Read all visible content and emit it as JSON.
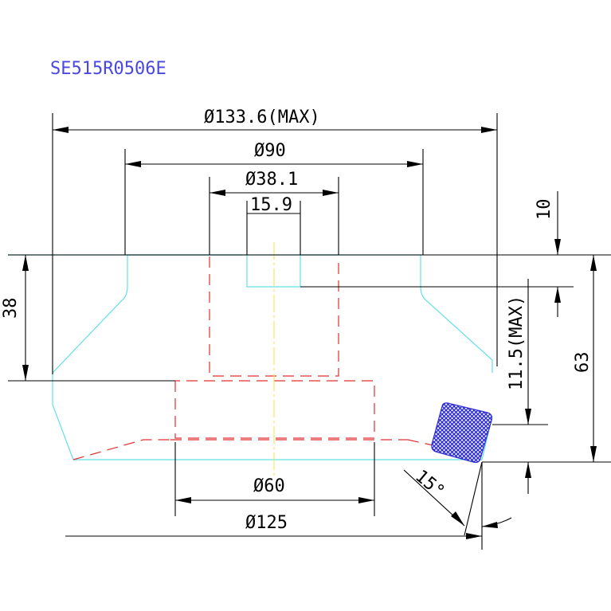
{
  "part_number": "SE515R0506E",
  "dimensions": {
    "d_max": "Ø133.6(MAX)",
    "d_90": "Ø90",
    "d_38_1": "Ø38.1",
    "d_15_9": "15.9",
    "d_60": "Ø60",
    "d_125": "Ø125",
    "h_10": "10",
    "h_38": "38",
    "h_63": "63",
    "h_11_5_max": "11.5(MAX)",
    "angle_15": "15°"
  },
  "colors": {
    "outline": "#62e0ea",
    "hidden_lines": "#e03030",
    "center_line": "#f2e640",
    "cutting_tip": "#3a3ad0",
    "part_number": "#4848e0"
  }
}
